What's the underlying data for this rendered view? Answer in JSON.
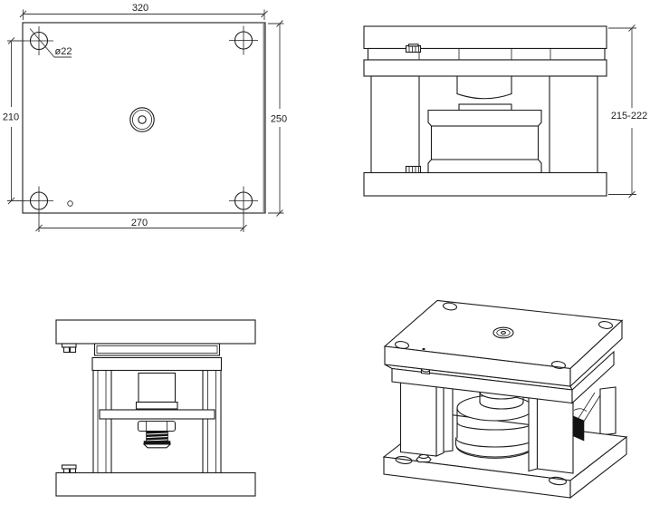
{
  "colors": {
    "background": "#ffffff",
    "line": "#1c1c1c",
    "dimension_text": "#1c1c1c"
  },
  "views": {
    "top_view": {
      "dim_overall_width": "320",
      "dim_overall_height": "250",
      "dim_hole_pitch_vertical": "210",
      "dim_hole_pitch_horizontal": "270",
      "dim_hole_diameter": "ø22"
    },
    "front_view": {
      "dim_overall_height_range": "215-222"
    }
  }
}
